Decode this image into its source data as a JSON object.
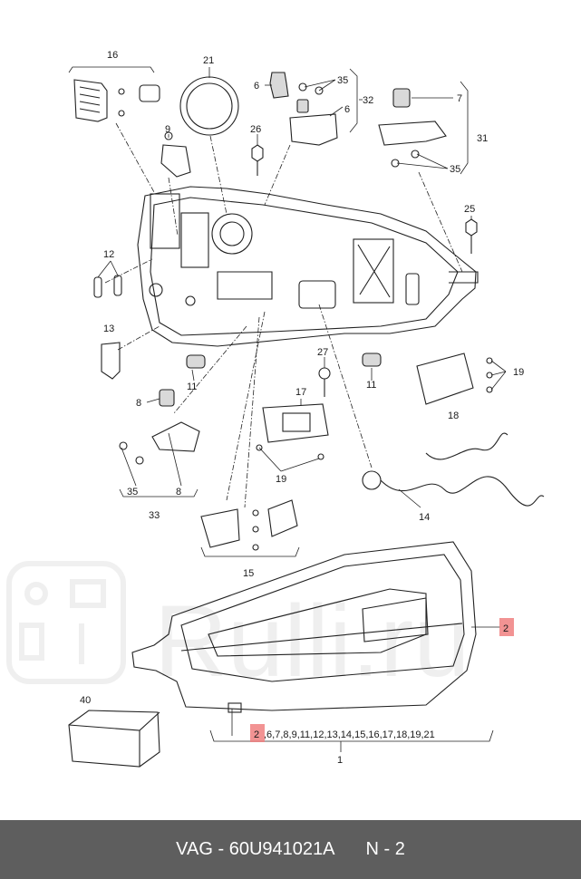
{
  "callouts": {
    "c16": "16",
    "c21": "21",
    "c6a": "6",
    "c35a": "35",
    "c32": "32",
    "c6b": "6",
    "c7": "7",
    "c31": "31",
    "c35b": "35",
    "c9": "9",
    "c26": "26",
    "c25": "25",
    "c12": "12",
    "c13": "13",
    "c27": "27",
    "c11a": "11",
    "c11b": "11",
    "c19a": "19",
    "c18": "18",
    "c8a": "8",
    "c17": "17",
    "c19b": "19",
    "c14": "14",
    "c35c": "35",
    "c8b": "8",
    "c33": "33",
    "c15": "15",
    "c40": "40",
    "c2side": "2",
    "c2list": "2",
    "list_rest": ",6,7,8,9,11,12,13,14,15,16,17,18,19,21",
    "c1": "1"
  },
  "watermark": {
    "text": "Rulli.ru"
  },
  "footer": {
    "brand": "VAG",
    "sep": "-",
    "part_number": "60U941021A",
    "position": "N - 2"
  },
  "colors": {
    "highlight": "#f08080",
    "footer_bg": "#5e5e5e",
    "footer_text": "#ffffff"
  }
}
